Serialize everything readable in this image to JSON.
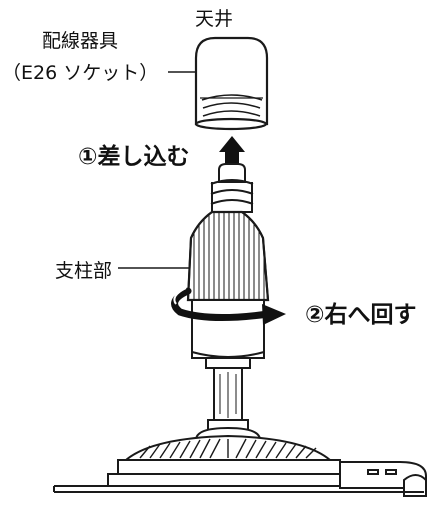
{
  "labels": {
    "ceiling": "天井",
    "fixture_line1": "配線器具",
    "fixture_line2": "（E26 ソケット）",
    "step1": "①差し込む",
    "pillar": "支柱部",
    "step2": "②右へ回す"
  },
  "colors": {
    "line": "#1a1a1a",
    "fill": "#ffffff",
    "arrow": "#111111"
  }
}
